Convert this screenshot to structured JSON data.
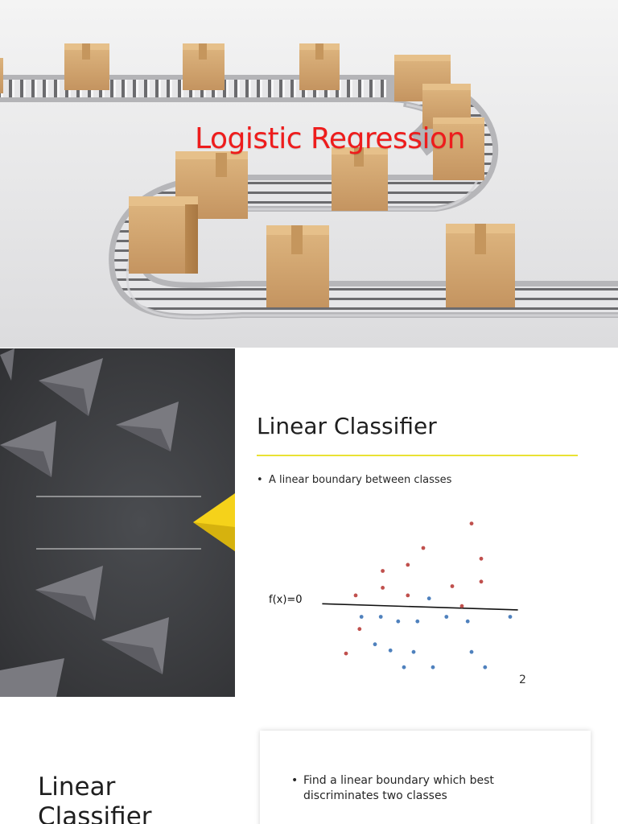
{
  "slide1": {
    "title": "Logistic Regression",
    "colors": {
      "title": "#ee1c1c",
      "box": "#d2a770",
      "belt": "#c9c9cb"
    }
  },
  "slide2": {
    "title": "Linear Classifier",
    "bullet": "A linear boundary between classes",
    "page_number": "2",
    "colors": {
      "rule": "#e9e234",
      "accent_plane": "#f5d21a"
    }
  },
  "slide3": {
    "title": "Linear Classifier",
    "bullet": "Find a linear boundary which best discriminates two classes"
  },
  "chart_data": {
    "type": "scatter",
    "title": "",
    "xlabel": "",
    "ylabel": "",
    "xlim": [
      0,
      10
    ],
    "ylim": [
      0,
      10
    ],
    "grid": false,
    "boundary": {
      "label": "f(x)=0",
      "points": [
        [
          0.6,
          4.35
        ],
        [
          9.9,
          3.95
        ]
      ]
    },
    "series": [
      {
        "color": "#c0504d",
        "points": [
          [
            7.5,
            9.6
          ],
          [
            5.0,
            8.0
          ],
          [
            8.0,
            7.3
          ],
          [
            4.2,
            6.9
          ],
          [
            2.9,
            6.5
          ],
          [
            8.0,
            5.8
          ],
          [
            2.9,
            5.4
          ],
          [
            6.5,
            5.5
          ],
          [
            1.5,
            4.9
          ],
          [
            4.2,
            4.9
          ],
          [
            7.0,
            4.2
          ],
          [
            1.7,
            2.7
          ],
          [
            1.0,
            1.1
          ]
        ]
      },
      {
        "color": "#4f81bd",
        "points": [
          [
            5.3,
            4.7
          ],
          [
            1.8,
            3.5
          ],
          [
            2.8,
            3.5
          ],
          [
            3.7,
            3.2
          ],
          [
            4.7,
            3.2
          ],
          [
            6.2,
            3.5
          ],
          [
            9.5,
            3.5
          ],
          [
            7.3,
            3.2
          ],
          [
            2.5,
            1.7
          ],
          [
            3.3,
            1.3
          ],
          [
            4.5,
            1.2
          ],
          [
            7.5,
            1.2
          ],
          [
            4.0,
            0.2
          ],
          [
            5.5,
            0.2
          ],
          [
            8.2,
            0.2
          ]
        ]
      }
    ]
  }
}
